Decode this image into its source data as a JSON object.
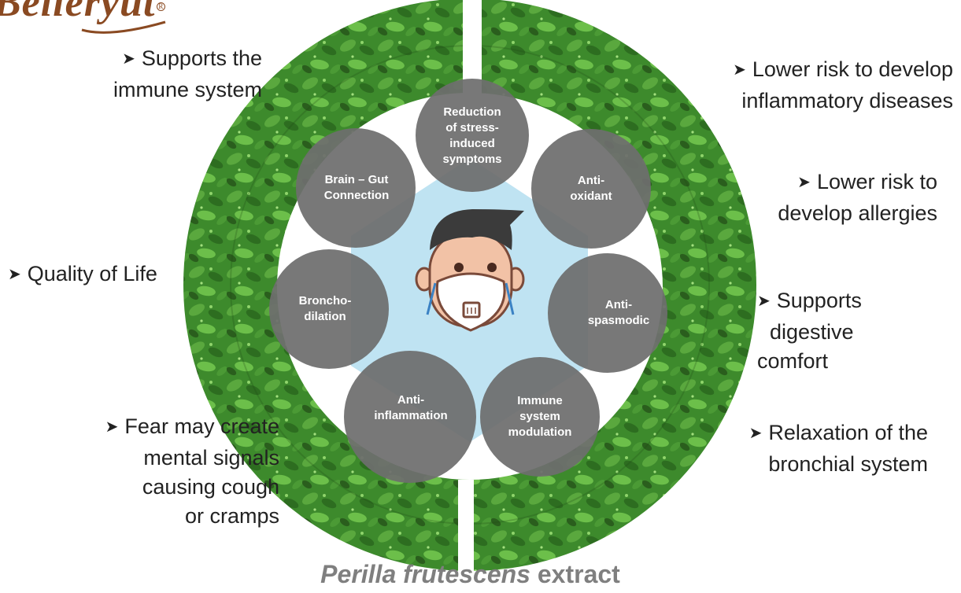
{
  "brand": {
    "logo_text": "Belleryut",
    "registered": "R"
  },
  "center_nodes": [
    {
      "id": "stress",
      "lines": [
        "Reduction",
        "of stress-",
        "induced",
        "symptoms"
      ]
    },
    {
      "id": "antioxidant",
      "lines": [
        "Anti-",
        "oxidant"
      ]
    },
    {
      "id": "antispasmodic",
      "lines": [
        "Anti-",
        "spasmodic"
      ]
    },
    {
      "id": "immune-modulation",
      "lines": [
        "Immune",
        "system",
        "modulation"
      ]
    },
    {
      "id": "anti-inflammation",
      "lines": [
        "Anti-",
        "inflammation"
      ]
    },
    {
      "id": "bronchodilation",
      "lines": [
        "Broncho-",
        "dilation"
      ]
    },
    {
      "id": "brain-gut",
      "lines": [
        "Brain – Gut",
        "Connection"
      ]
    }
  ],
  "left_benefits": [
    {
      "id": "immune",
      "lines": [
        "Supports the",
        "immune system"
      ]
    },
    {
      "id": "quality",
      "lines": [
        "Quality of Life"
      ]
    },
    {
      "id": "fear",
      "lines": [
        "Fear may create",
        "mental signals",
        "causing cough",
        "or cramps"
      ]
    }
  ],
  "right_benefits": [
    {
      "id": "inflammatory",
      "lines": [
        "Lower risk to develop",
        "inflammatory diseases"
      ]
    },
    {
      "id": "allergies",
      "lines": [
        "Lower risk to",
        "develop allergies"
      ]
    },
    {
      "id": "digestive",
      "lines": [
        "Supports",
        "digestive",
        "comfort"
      ]
    },
    {
      "id": "bronchial",
      "lines": [
        "Relaxation of the",
        "bronchial system"
      ]
    }
  ],
  "caption": {
    "italic_part": "Perilla frutescens",
    "regular_part": " extract"
  },
  "colors": {
    "node_fill": "#6e6e6e",
    "hex_fill": "#bfe3f2",
    "ring_green": "#3f8a2e",
    "text": "#222222",
    "caption": "#7f7f7f"
  },
  "icons": {
    "center": "face-with-mask-icon",
    "bullet": "arrowhead-bullet-icon"
  }
}
